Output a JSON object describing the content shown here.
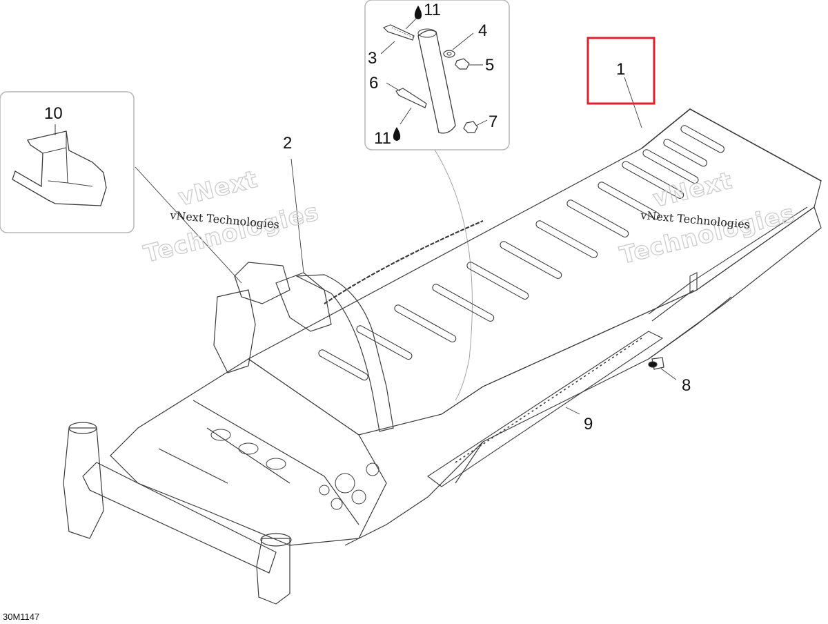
{
  "diagram_code": "30M1147",
  "callouts": {
    "c1": "1",
    "c2": "2",
    "c3": "3",
    "c4": "4",
    "c5": "5",
    "c6": "6",
    "c7": "7",
    "c8": "8",
    "c9": "9",
    "c10": "10",
    "c11a": "11",
    "c11b": "11"
  },
  "watermarks": {
    "left_line1": "vNext",
    "left_line2": "Technologies",
    "left_small": "vNext Technologies",
    "right_line1": "vNext",
    "right_line2": "Technologies",
    "right_small": "vNext Technologies"
  },
  "colors": {
    "line": "#3a3a3a",
    "highlight_box": "#e0202a",
    "panel_border": "#b5b5b5"
  }
}
